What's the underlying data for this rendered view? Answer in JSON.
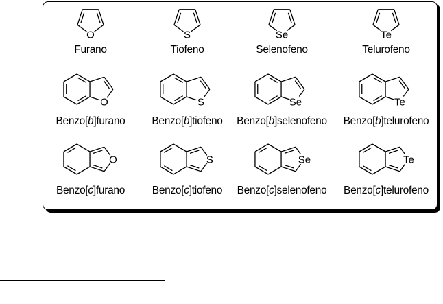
{
  "rows": [
    {
      "type": "simple",
      "items": [
        {
          "atom": "O",
          "label": "Furano"
        },
        {
          "atom": "S",
          "label": "Tiofeno"
        },
        {
          "atom": "Se",
          "label": "Selenofeno"
        },
        {
          "atom": "Te",
          "label": "Telurofeno"
        }
      ]
    },
    {
      "type": "benzo-b",
      "prefix": "Benzo[",
      "letter": "b",
      "suffix": "]",
      "items": [
        {
          "atom": "O",
          "name": "furano"
        },
        {
          "atom": "S",
          "name": "tiofeno"
        },
        {
          "atom": "Se",
          "name": "selenofeno"
        },
        {
          "atom": "Te",
          "name": "telurofeno"
        }
      ]
    },
    {
      "type": "benzo-c",
      "prefix": "Benzo[",
      "letter": "c",
      "suffix": "]",
      "items": [
        {
          "atom": "O",
          "name": "furano"
        },
        {
          "atom": "S",
          "name": "tiofeno"
        },
        {
          "atom": "Se",
          "name": "selenofeno"
        },
        {
          "atom": "Te",
          "name": "telurofeno"
        }
      ]
    }
  ]
}
